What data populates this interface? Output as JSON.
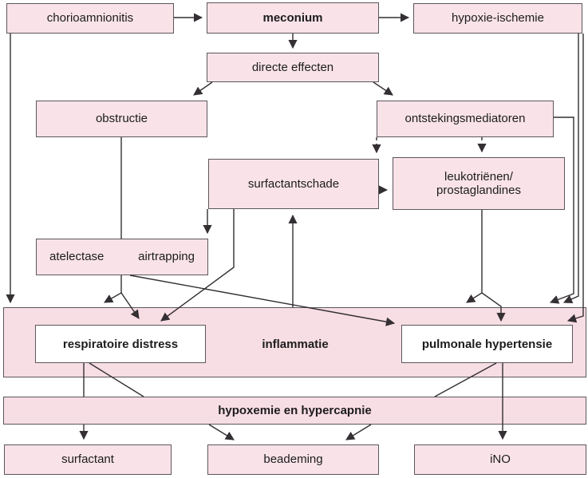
{
  "diagram": {
    "title": "meconium aspiration flowchart",
    "colors": {
      "box_fill": "#f9e3e8",
      "band_fill": "#f7dee4",
      "white_box_fill": "#ffffff",
      "border": "#5b575c",
      "line": "#332f33",
      "text": "#1c1c1e"
    },
    "nodes": {
      "chorioamnionitis": {
        "label": "chorioamnionitis"
      },
      "meconium": {
        "label": "meconium"
      },
      "hypoxie_ischemie": {
        "label": "hypoxie-ischemie"
      },
      "directe_effecten": {
        "label": "directe effecten"
      },
      "obstructie": {
        "label": "obstructie"
      },
      "ontstekingsmediatoren": {
        "label": "ontstekingsmediatoren"
      },
      "surfactantschade": {
        "label": "surfactantschade"
      },
      "leukotrienen": {
        "line1": "leukotriënen/",
        "line2": "prostaglandines"
      },
      "atelectase_airtrapping": {
        "left": "atelectase",
        "right": "airtrapping"
      },
      "respiratoire_distress": {
        "label": "respiratoire distress"
      },
      "inflammatie": {
        "label": "inflammatie"
      },
      "pulmonale_hypertensie": {
        "label": "pulmonale hypertensie"
      },
      "hypoxemie_hypercapnie": {
        "label": "hypoxemie en hypercapnie"
      },
      "surfactant": {
        "label": "surfactant"
      },
      "beademing": {
        "label": "beademing"
      },
      "iNO": {
        "label": "iNO"
      }
    }
  }
}
